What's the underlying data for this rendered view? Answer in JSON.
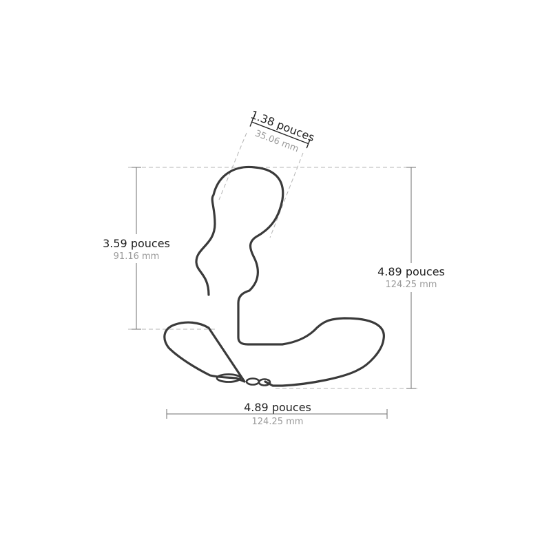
{
  "dimensions": {
    "tip_width": {
      "imperial": "1.38 pouces",
      "metric": "35.06 mm"
    },
    "insertable_length": {
      "imperial": "3.59 pouces",
      "metric": "91.16 mm"
    },
    "total_height": {
      "imperial": "4.89 pouces",
      "metric": "124.25 mm"
    },
    "total_width": {
      "imperial": "4.89 pouces",
      "metric": "124.25 mm"
    }
  },
  "colors": {
    "outline": "#3a3a3a",
    "label": "#222222",
    "sublabel": "#9a9a9a",
    "guide": "#b4b4b4"
  }
}
